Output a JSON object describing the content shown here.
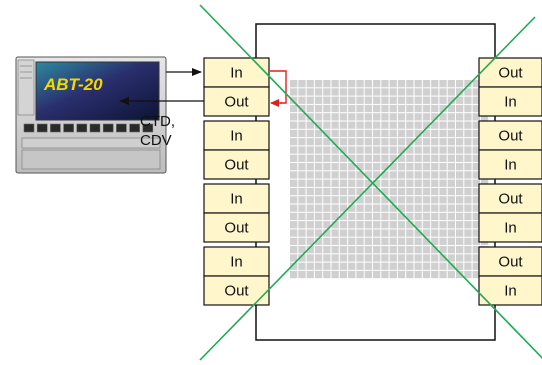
{
  "device": {
    "name": "ABT-20",
    "name_color": "#f5d800"
  },
  "connection_label": {
    "line1": "CTD,",
    "line2": "CDV"
  },
  "left_ports": [
    "In",
    "Out",
    "In",
    "Out",
    "In",
    "Out",
    "In",
    "Out"
  ],
  "right_ports": [
    "Out",
    "In",
    "Out",
    "In",
    "Out",
    "In",
    "Out",
    "In"
  ],
  "colors": {
    "port_fill": "#fff6cc",
    "cross_lines": "#22aa55",
    "loopback": "#e0201e",
    "matrix_cells": "#d0d0d0"
  }
}
